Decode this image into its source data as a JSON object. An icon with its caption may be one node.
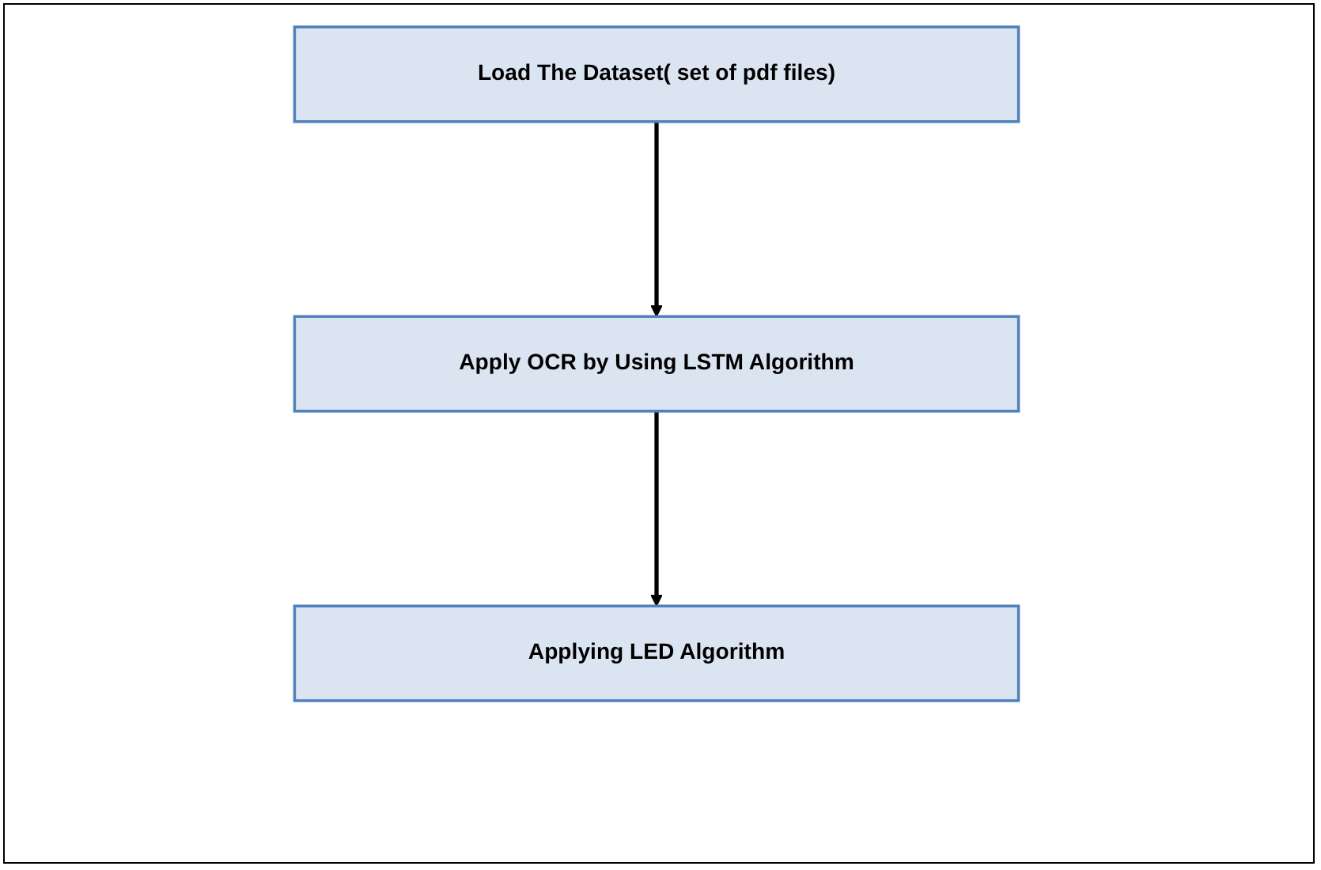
{
  "diagram": {
    "nodes": [
      {
        "text": [
          "Load The Dataset( set of pdf files)"
        ]
      },
      {
        "text": [
          "Apply OCR by Using LSTM Algorithm"
        ]
      },
      {
        "text": [
          "Applying LED Algorithm"
        ]
      }
    ],
    "edges": [
      {
        "from": 0,
        "to": 1,
        "arrow": "to"
      },
      {
        "from": 1,
        "to": 2,
        "arrow": "to"
      }
    ]
  }
}
